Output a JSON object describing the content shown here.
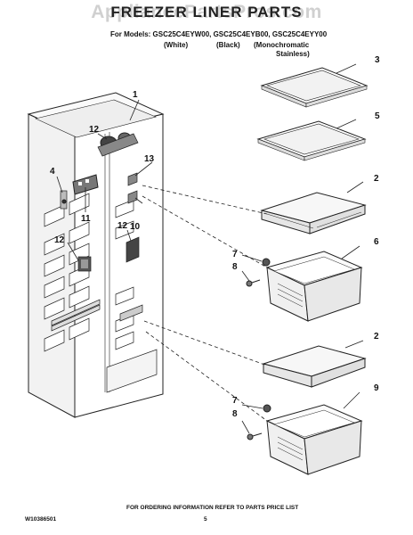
{
  "header": {
    "watermark": "AppliancePartsPros.com",
    "title": "FREEZER LINER PARTS",
    "models_line": "For Models: GSC25C4EYW00, GSC25C4EYB00, GSC25C4EYY00",
    "variant_white": "(White)",
    "variant_black": "(Black)",
    "variant_mono": "(Monochromatic",
    "variant_mono_2": "Stainless)"
  },
  "callouts": {
    "c1": "1",
    "c2a": "2",
    "c2b": "2",
    "c3": "3",
    "c4": "4",
    "c5": "5",
    "c6": "6",
    "c7a": "7",
    "c7b": "7",
    "c8a": "8",
    "c8b": "8",
    "c9": "9",
    "c10": "10",
    "c11": "11",
    "c12a": "12",
    "c12b": "12",
    "c12c": "12",
    "c13": "13"
  },
  "footer": {
    "doc_number": "W10386501",
    "page_number": "5",
    "ordering_note": "FOR ORDERING INFORMATION REFER TO PARTS PRICE LIST"
  },
  "colors": {
    "line": "#222222",
    "watermark": "#aaaaaa"
  }
}
